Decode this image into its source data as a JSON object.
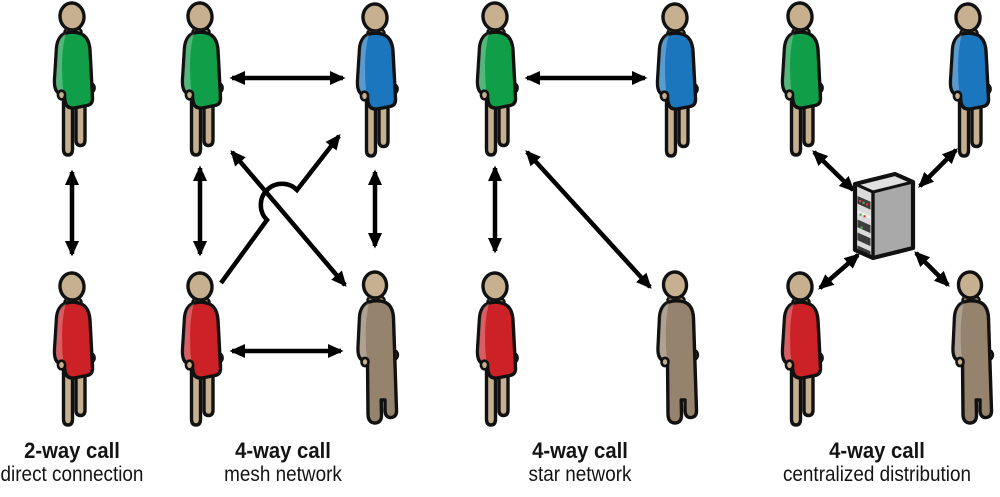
{
  "panels": [
    {
      "id": "direct",
      "title": "2-way call",
      "subtitle": "direct connection",
      "topology": "direct connection",
      "participants": [
        "green person",
        "red person"
      ],
      "connections": [
        [
          "green",
          "red"
        ]
      ]
    },
    {
      "id": "mesh",
      "title": "4-way call",
      "subtitle": "mesh network",
      "topology": "mesh network",
      "participants": [
        "green person",
        "blue person",
        "red person",
        "tan person"
      ],
      "connections": [
        [
          "green",
          "blue"
        ],
        [
          "green",
          "red"
        ],
        [
          "blue",
          "tan"
        ],
        [
          "red",
          "tan"
        ],
        [
          "green",
          "tan"
        ],
        [
          "red",
          "blue"
        ]
      ]
    },
    {
      "id": "star",
      "title": "4-way call",
      "subtitle": "star network",
      "topology": "star network",
      "hub": "green person",
      "participants": [
        "green person",
        "blue person",
        "red person",
        "tan person"
      ],
      "connections": [
        [
          "green",
          "blue"
        ],
        [
          "green",
          "red"
        ],
        [
          "green",
          "tan"
        ]
      ]
    },
    {
      "id": "centralized",
      "title": "4-way call",
      "subtitle": "centralized distribution",
      "topology": "centralized distribution",
      "hub": "server",
      "participants": [
        "green person",
        "blue person",
        "red person",
        "tan person"
      ],
      "connections": [
        [
          "green",
          "server"
        ],
        [
          "blue",
          "server"
        ],
        [
          "red",
          "server"
        ],
        [
          "tan",
          "server"
        ]
      ]
    }
  ],
  "colors": {
    "green": "#119e49",
    "blue": "#1b76bd",
    "red": "#cc2127",
    "tan": "#96836d",
    "skin": "#c6b08f",
    "outline": "#111111",
    "arrow": "#000000",
    "server_front": "#dadada",
    "server_side": "#a9a9a9",
    "server_top": "#e0e0e0",
    "server_bay": "#3c3c3c",
    "led_green": "#4caf50",
    "led_red": "#e53935"
  },
  "icons": {
    "person": "person-figure-icon",
    "server": "server-tower-icon",
    "arrow": "double-headed-arrow-icon"
  }
}
